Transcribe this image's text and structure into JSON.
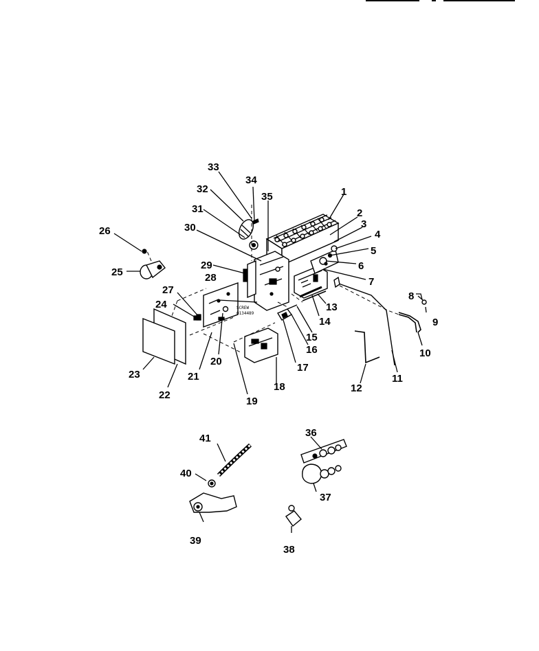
{
  "screw_label": {
    "line1": "SCREW",
    "line2": "0134489"
  },
  "callouts": [
    {
      "num": "1"
    },
    {
      "num": "2"
    },
    {
      "num": "3"
    },
    {
      "num": "4"
    },
    {
      "num": "5"
    },
    {
      "num": "6"
    },
    {
      "num": "7"
    },
    {
      "num": "8"
    },
    {
      "num": "9"
    },
    {
      "num": "10"
    },
    {
      "num": "11"
    },
    {
      "num": "12"
    },
    {
      "num": "13"
    },
    {
      "num": "14"
    },
    {
      "num": "15"
    },
    {
      "num": "16"
    },
    {
      "num": "17"
    },
    {
      "num": "18"
    },
    {
      "num": "19"
    },
    {
      "num": "20"
    },
    {
      "num": "21"
    },
    {
      "num": "22"
    },
    {
      "num": "23"
    },
    {
      "num": "24"
    },
    {
      "num": "25"
    },
    {
      "num": "26"
    },
    {
      "num": "27"
    },
    {
      "num": "28"
    },
    {
      "num": "29"
    },
    {
      "num": "30"
    },
    {
      "num": "31"
    },
    {
      "num": "32"
    },
    {
      "num": "33"
    },
    {
      "num": "34"
    },
    {
      "num": "35"
    },
    {
      "num": "36"
    },
    {
      "num": "37"
    },
    {
      "num": "38"
    },
    {
      "num": "39"
    },
    {
      "num": "40"
    },
    {
      "num": "41"
    }
  ]
}
